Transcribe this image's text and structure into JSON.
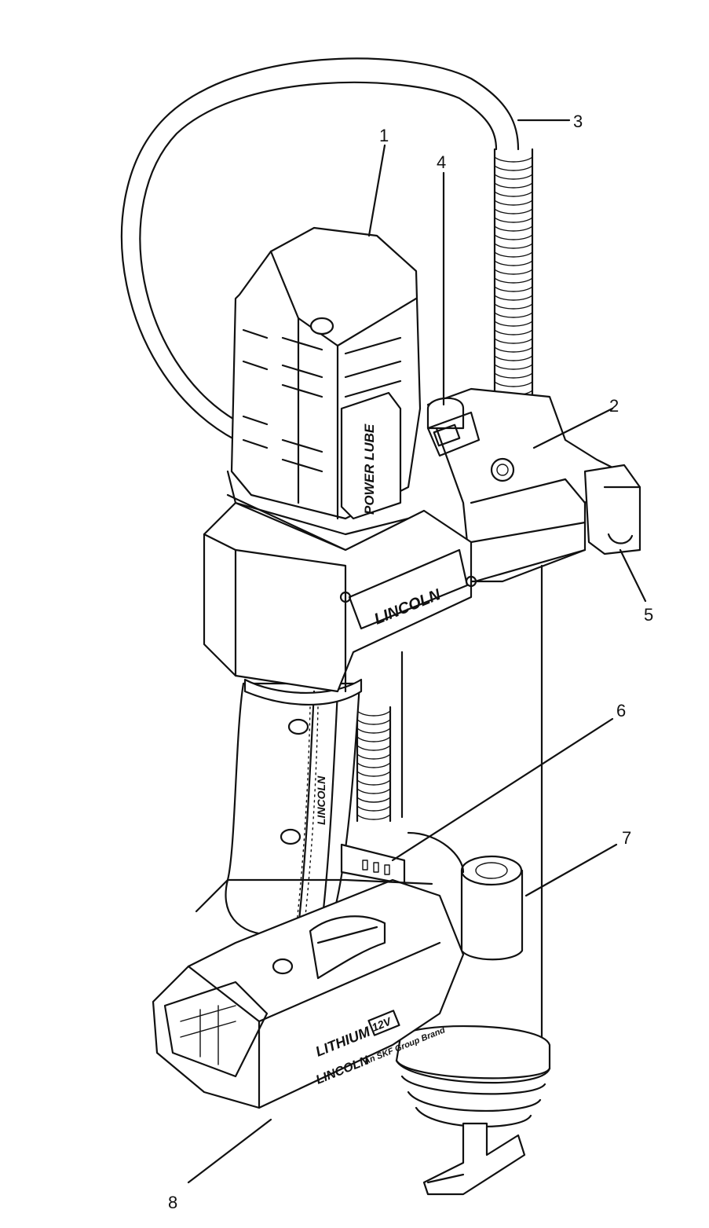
{
  "diagram": {
    "callouts": [
      {
        "id": "1",
        "label": "1"
      },
      {
        "id": "2",
        "label": "2"
      },
      {
        "id": "3",
        "label": "3"
      },
      {
        "id": "4",
        "label": "4"
      },
      {
        "id": "5",
        "label": "5"
      },
      {
        "id": "6",
        "label": "6"
      },
      {
        "id": "7",
        "label": "7"
      },
      {
        "id": "8",
        "label": "8"
      }
    ],
    "printed_text": {
      "motor_badge": "POWER LUBE",
      "housing_brand": "LINCOLN",
      "handle_brand": "LINCOLN",
      "battery_type": "LITHIUM",
      "battery_voltage": "12V",
      "battery_brand": "LINCOLN",
      "battery_subtitle": "An SKF Group Brand"
    },
    "colors": {
      "line": "#111111",
      "background": "#ffffff"
    }
  }
}
